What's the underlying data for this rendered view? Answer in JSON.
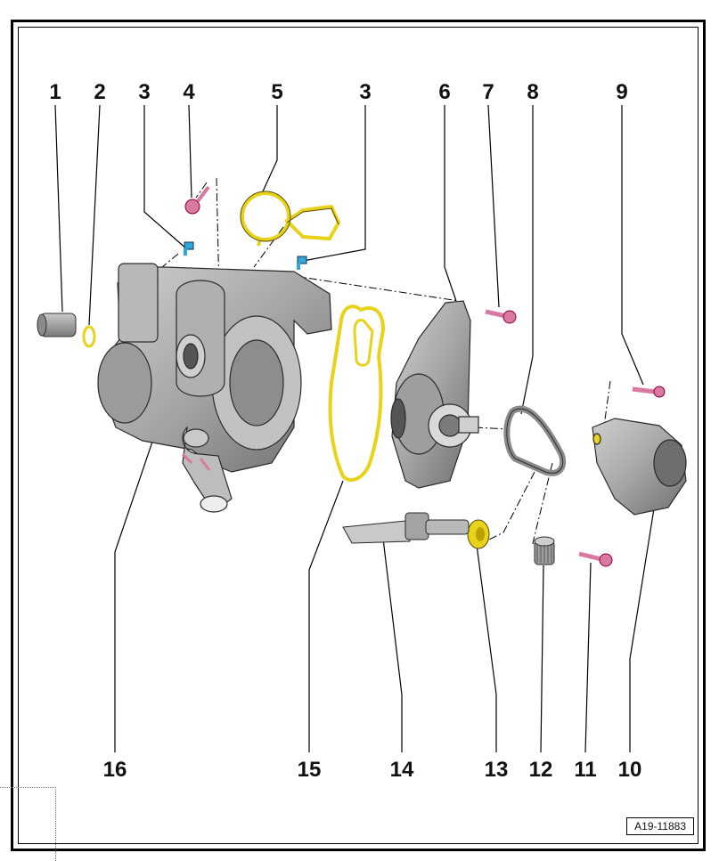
{
  "labels": {
    "top": [
      "1",
      "2",
      "3",
      "4",
      "5",
      "3",
      "6",
      "7",
      "8",
      "9"
    ],
    "bottom": [
      "16",
      "15",
      "14",
      "13",
      "12",
      "11",
      "10"
    ]
  },
  "reference_code": "A19-11883",
  "colors": {
    "housing": "#a9a9a9",
    "seal_yellow": "#e8d21a",
    "bolt_pink": "#d978a0",
    "screw_blue": "#2fa7d8",
    "line": "#000000"
  }
}
